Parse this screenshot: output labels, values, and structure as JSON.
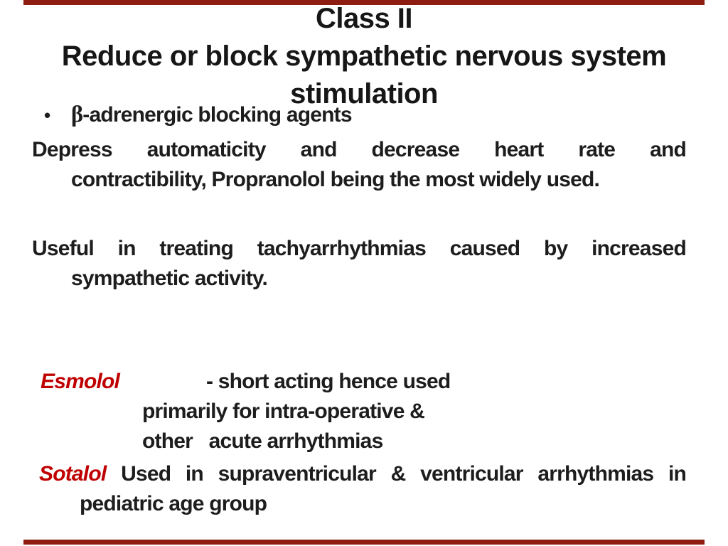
{
  "slide": {
    "colors": {
      "accent_bar": "#8e1c10",
      "drug_red": "#c00000",
      "text": "#1d1d1d"
    },
    "title": {
      "line1": "Class II",
      "line2": "Reduce or block sympathetic nervous system",
      "line3": "stimulation"
    },
    "bullet": {
      "marker": "•",
      "beta_symbol": "β",
      "text": "-adrenergic blocking agents"
    },
    "para_depress": {
      "line1": "Depress automaticity and decrease heart rate and",
      "line2": "contractibility, Propranolol being the most widely used."
    },
    "para_useful": {
      "line1": "Useful in treating tachyarrhythmias caused by increased",
      "line2": "sympathetic activity."
    },
    "esmolol": {
      "drug": "Esmolol",
      "line1": "- short acting hence used",
      "line2": "primarily for intra-operative &",
      "line3": "other   acute arrhythmias"
    },
    "sotalol": {
      "drug": "Sotalol",
      "line1_rest": "Used in supraventricular & ventricular arrhythmias in",
      "line2": "pediatric age group"
    }
  }
}
